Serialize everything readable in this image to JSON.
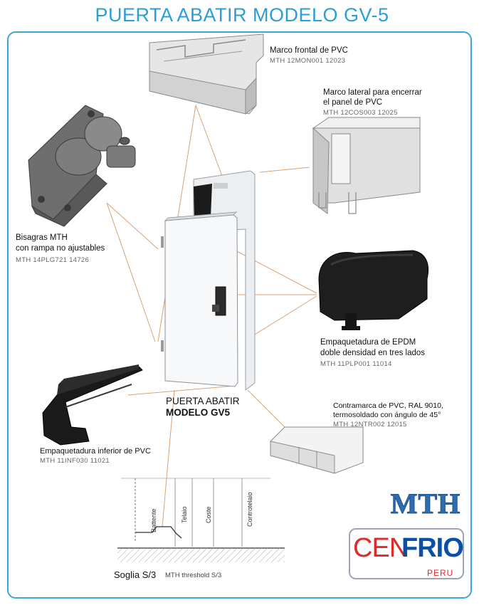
{
  "title": "PUERTA ABATIR MODELO GV-5",
  "colors": {
    "title_blue": "#2a9fd6",
    "frame_blue": "#3aa6d9",
    "leader_orange": "#d9a273",
    "profile_grey": "#c9c9c9",
    "gasket_black": "#1a1a1a",
    "cen_red": "#e02929",
    "frio_blue": "#0a4fa8",
    "mth_blue": "#2f6db3"
  },
  "parts": {
    "marco_frontal": {
      "label": "Marco frontal de PVC",
      "code": "MTH 12MON001 12023"
    },
    "marco_lateral": {
      "label_line1": "Marco lateral para encerrar",
      "label_line2": "el panel de PVC",
      "code": "MTH 12COS003 12025"
    },
    "bisagras": {
      "label_line1": "Bisagras MTH",
      "label_line2": "con rampa no ajustables",
      "code": "MTH 14PLG721 14726"
    },
    "empaque_epdm": {
      "label_line1": "Empaquetadura de EPDM",
      "label_line2": "doble densidad en tres lados",
      "code": "MTH 11PLP001 11014"
    },
    "contramarca": {
      "label_line1": "Contramarca de PVC, RAL 9010,",
      "label_line2": "termosoldado con ángulo de 45°",
      "code": "MTH 12NTR002 12015"
    },
    "empaque_inferior": {
      "label": "Empaquetadura inferior de PVC",
      "code": "MTH 11INF030 11021"
    }
  },
  "door": {
    "line1": "PUERTA ABATIR",
    "line2": "MODELO GV5"
  },
  "section": {
    "columns": [
      "Battente",
      "Telaio",
      "Coste",
      "Controtelaio"
    ],
    "soglia": "Soglia S/3",
    "threshold": "MTH threshold S/3"
  },
  "logos": {
    "mth": "MTH",
    "cen": "CEN",
    "frio": "FRIO",
    "peru": "PERU"
  }
}
